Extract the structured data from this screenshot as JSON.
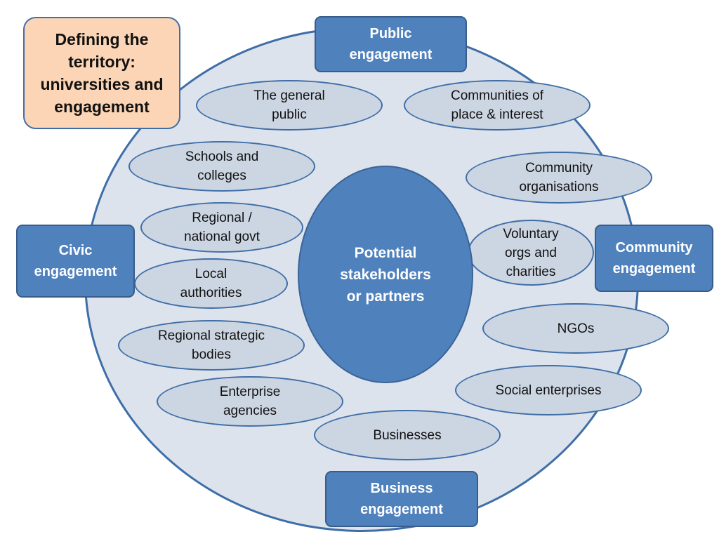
{
  "title": "Defining the\nterritory:\nuniversities and\nengagement",
  "center": "Potential\nstakeholders\nor partners",
  "engagement_boxes": {
    "public": "Public\nengagement",
    "civic": "Civic\nengagement",
    "community": "Community\nengagement",
    "business": "Business\nengagement"
  },
  "stakeholders": {
    "general_public": "The general\npublic",
    "communities_place": "Communities of\nplace & interest",
    "schools": "Schools and\ncolleges",
    "community_orgs": "Community\norganisations",
    "regional_govt": "Regional /\nnational govt",
    "voluntary": "Voluntary\norgs and\ncharities",
    "local_authorities": "Local\nauthorities",
    "ngos": "NGOs",
    "regional_strategic": "Regional strategic\nbodies",
    "social_enterprises": "Social enterprises",
    "enterprise_agencies": "Enterprise\nagencies",
    "businesses": "Businesses"
  },
  "colors": {
    "box_fill": "#4f81bd",
    "oval_fill": "#ccd5e2",
    "background_ellipse": "#dde3ec",
    "title_fill": "#fbd5b5",
    "outline": "#3f6ea7"
  }
}
